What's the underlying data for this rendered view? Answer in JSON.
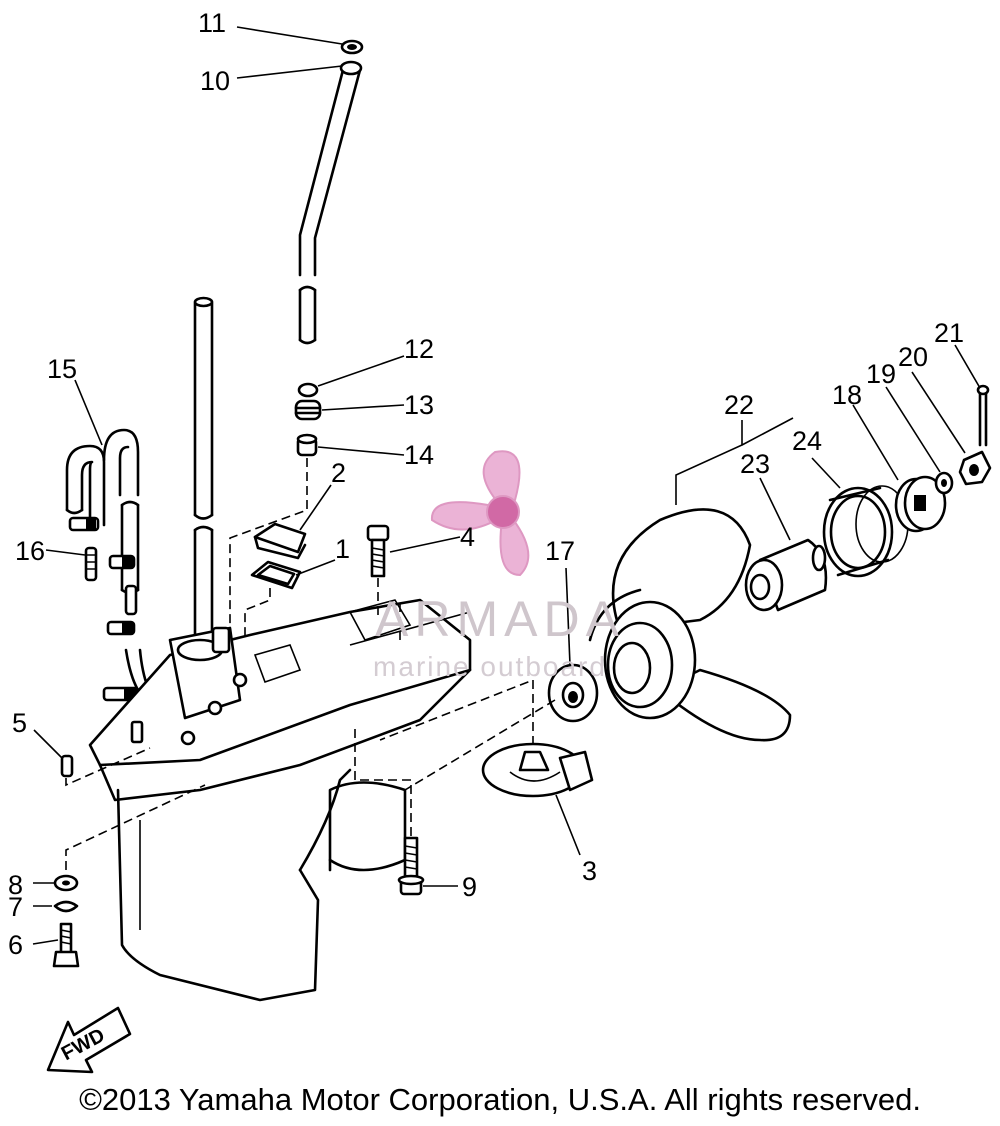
{
  "labels": [
    {
      "id": "11",
      "text": "11"
    },
    {
      "id": "10",
      "text": "10"
    },
    {
      "id": "12",
      "text": "12"
    },
    {
      "id": "13",
      "text": "13"
    },
    {
      "id": "14",
      "text": "14"
    },
    {
      "id": "15",
      "text": "15"
    },
    {
      "id": "16",
      "text": "16"
    },
    {
      "id": "2",
      "text": "2"
    },
    {
      "id": "1",
      "text": "1"
    },
    {
      "id": "4",
      "text": "4"
    },
    {
      "id": "17",
      "text": "17"
    },
    {
      "id": "22",
      "text": "22"
    },
    {
      "id": "23",
      "text": "23"
    },
    {
      "id": "24",
      "text": "24"
    },
    {
      "id": "18",
      "text": "18"
    },
    {
      "id": "19",
      "text": "19"
    },
    {
      "id": "20",
      "text": "20"
    },
    {
      "id": "21",
      "text": "21"
    },
    {
      "id": "5",
      "text": "5"
    },
    {
      "id": "3",
      "text": "3"
    },
    {
      "id": "8",
      "text": "8"
    },
    {
      "id": "7",
      "text": "7"
    },
    {
      "id": "6",
      "text": "6"
    },
    {
      "id": "9",
      "text": "9"
    }
  ],
  "fwd_label": "FWD",
  "watermark": {
    "title": "ARMADA",
    "subtitle": "marine outboard",
    "color": "#e8a6cf"
  },
  "copyright": "©2013 Yamaha Motor Corporation, U.S.A. All rights reserved."
}
